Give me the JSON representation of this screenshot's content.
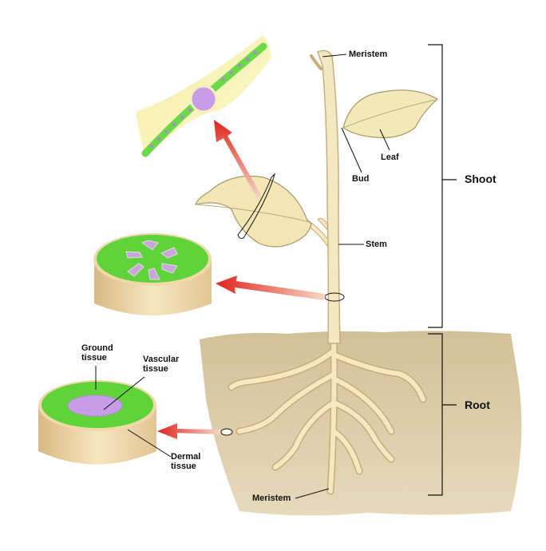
{
  "diagram": {
    "labels": {
      "meristem_top": "Meristem",
      "leaf": "Leaf",
      "bud": "Bud",
      "stem": "Stem",
      "meristem_bottom": "Meristem",
      "ground_tissue_line1": "Ground",
      "ground_tissue_line2": "tissue",
      "vascular_tissue_line1": "Vascular",
      "vascular_tissue_line2": "tissue",
      "dermal_tissue_line1": "Dermal",
      "dermal_tissue_line2": "tissue"
    },
    "brackets": {
      "shoot": "Shoot",
      "root": "Root"
    },
    "colors": {
      "soil": "#c9b58a",
      "plant": "#f3e6bd",
      "ground_tissue": "#5ed23a",
      "vascular_tissue": "#c79de8",
      "leaf": "#f2e7b4",
      "arrow": "#e02a20"
    }
  }
}
